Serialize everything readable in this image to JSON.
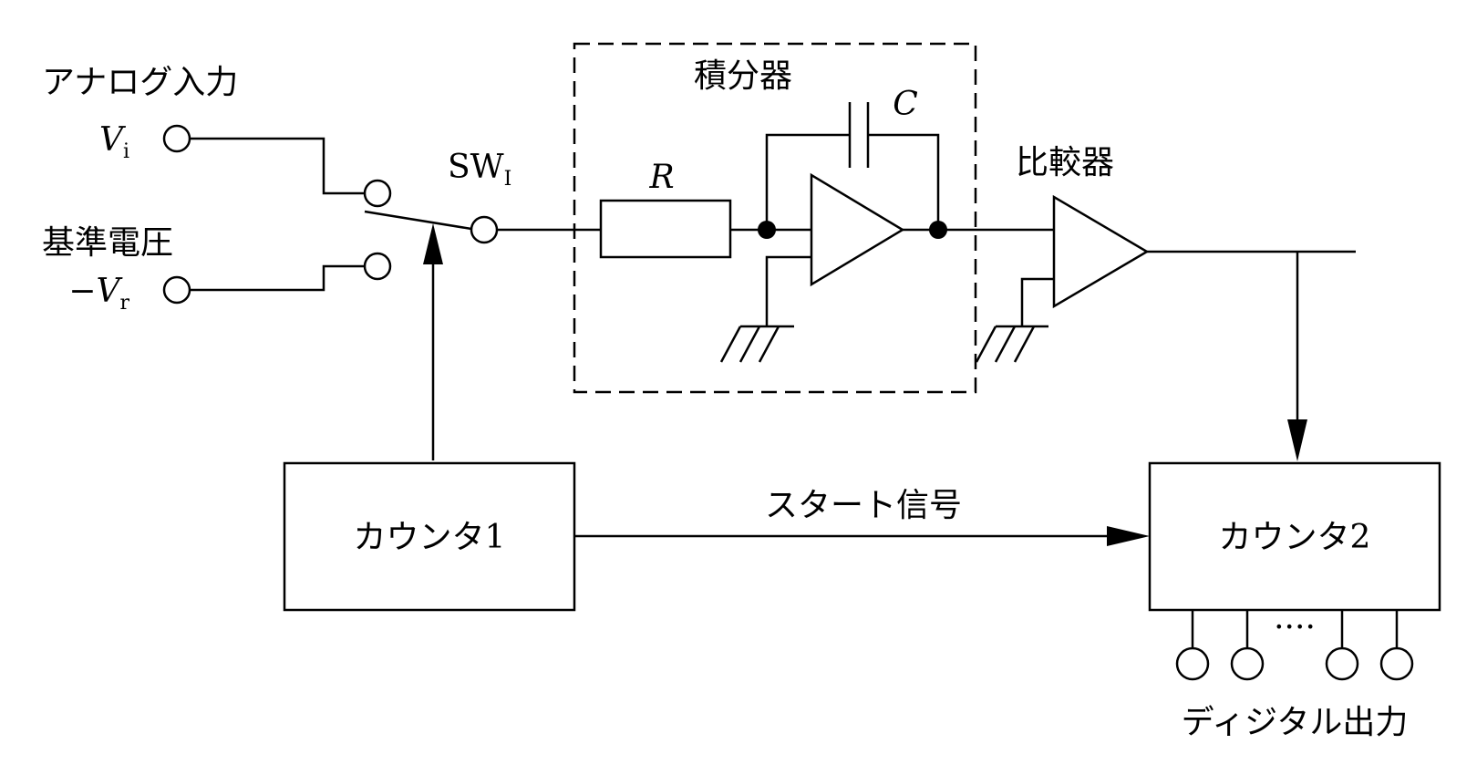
{
  "labels": {
    "analog_input": "アナログ入力",
    "vi_main": "V",
    "vi_sub": "i",
    "reference_voltage": "基準電圧",
    "vr_prefix": "−",
    "vr_main": "V",
    "vr_sub": "r",
    "switch_main": "SW",
    "switch_sub": "I",
    "integrator": "積分器",
    "capacitor": "C",
    "resistor": "R",
    "comparator": "比較器",
    "counter1": "カウンタ1",
    "start_signal": "スタート信号",
    "counter2": "カウンタ2",
    "output_dots": "····",
    "digital_output": "ディジタル出力"
  }
}
